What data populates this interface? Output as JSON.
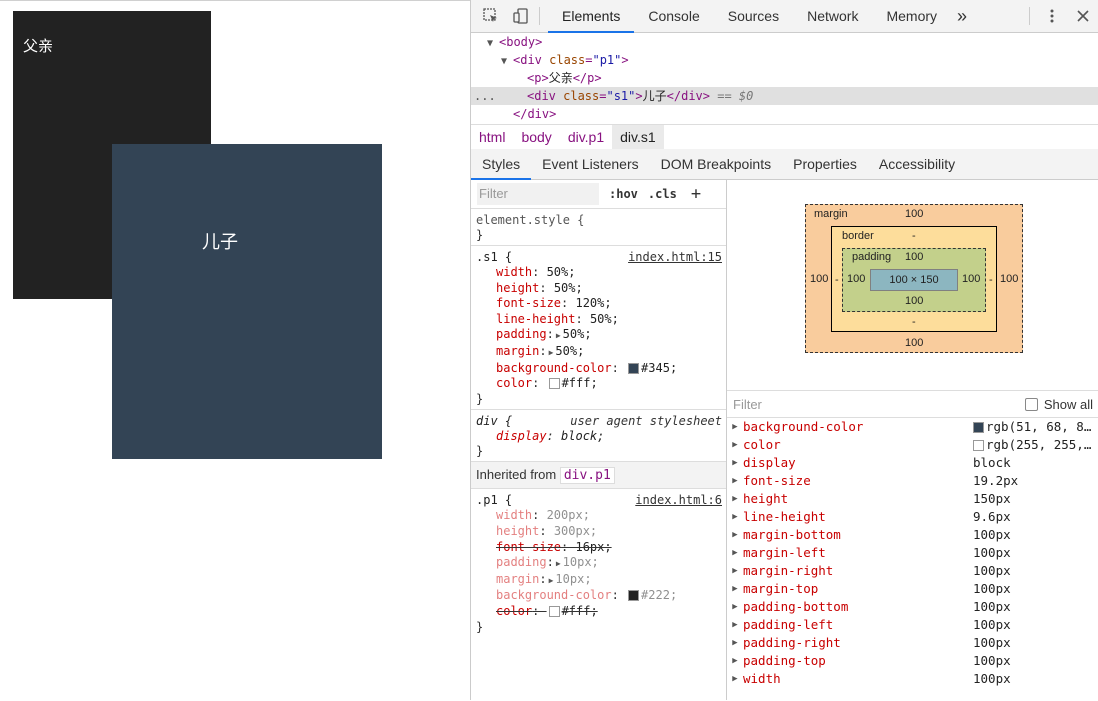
{
  "preview": {
    "parent_text": "父亲",
    "child_text": "儿子"
  },
  "toolbar": {
    "tabs": [
      "Elements",
      "Console",
      "Sources",
      "Network",
      "Memory"
    ],
    "more": "»"
  },
  "dom": {
    "lines": [
      {
        "open": "<body>",
        "indent": "1"
      },
      {
        "pre": "<div ",
        "attr": "class",
        "val": "\"p1\"",
        "post": ">"
      },
      {
        "pre": "<p>",
        "text": "父亲",
        "post": "</p>"
      },
      {
        "pre": "<div ",
        "attr": "class",
        "val": "\"s1\"",
        "post": ">",
        "text": "儿子",
        "close": "</div>",
        "marker": "== $0",
        "dots": "..."
      },
      {
        "close": "</div>"
      }
    ]
  },
  "breadcrumb": [
    "html",
    "body",
    "div.p1",
    "div.s1"
  ],
  "subtabs": [
    "Styles",
    "Event Listeners",
    "DOM Breakpoints",
    "Properties",
    "Accessibility"
  ],
  "styles": {
    "filter_placeholder": "Filter",
    "hov": ":hov",
    "cls": ".cls",
    "plus": "+",
    "element_style": "element.style {",
    "close_brace": "}",
    "s1": {
      "selector": ".s1 {",
      "source": "index.html:15",
      "props": [
        {
          "n": "width",
          "v": "50%;"
        },
        {
          "n": "height",
          "v": "50%;"
        },
        {
          "n": "font-size",
          "v": "120%;"
        },
        {
          "n": "line-height",
          "v": "50%;"
        },
        {
          "n": "padding",
          "v": "50%;"
        },
        {
          "n": "margin",
          "v": "50%;"
        },
        {
          "n": "background-color",
          "v": "#345;",
          "swatch": "#334455"
        },
        {
          "n": "color",
          "v": "#fff;",
          "swatch": "#ffffff"
        }
      ]
    },
    "ua": {
      "selector": "div {",
      "source": "user agent stylesheet",
      "prop_n": "display",
      "prop_v": "block;"
    },
    "inherited_label": "Inherited from",
    "inherited_chip": "div.p1",
    "p1": {
      "selector": ".p1 {",
      "source": "index.html:6",
      "props": [
        {
          "n": "width",
          "v": "200px;"
        },
        {
          "n": "height",
          "v": "300px;"
        },
        {
          "n": "font-size",
          "v": "16px;"
        },
        {
          "n": "padding",
          "v": "10px;"
        },
        {
          "n": "margin",
          "v": "10px;"
        },
        {
          "n": "background-color",
          "v": "#222;",
          "swatch": "#222222"
        },
        {
          "n": "color",
          "v": "#fff;",
          "swatch": "#ffffff"
        }
      ]
    }
  },
  "boxmodel": {
    "margin_label": "margin",
    "margin_top": "100",
    "margin_bottom": "100",
    "margin_left": "100",
    "margin_right": "100",
    "border_label": "border",
    "border_top": "-",
    "border_bottom": "-",
    "border_left": "-",
    "border_right": "-",
    "padding_label": "padding",
    "padding_top": "100",
    "padding_bottom": "100",
    "padding_left": "100",
    "padding_right": "100",
    "content": "100 × 150"
  },
  "computed": {
    "filter_placeholder": "Filter",
    "show_all": "Show all",
    "rows": [
      {
        "n": "background-color",
        "v": "rgb(51, 68, 8…",
        "swatch": "#334455"
      },
      {
        "n": "color",
        "v": "rgb(255, 255,…",
        "swatch": "#ffffff"
      },
      {
        "n": "display",
        "v": "block"
      },
      {
        "n": "font-size",
        "v": "19.2px"
      },
      {
        "n": "height",
        "v": "150px"
      },
      {
        "n": "line-height",
        "v": "9.6px"
      },
      {
        "n": "margin-bottom",
        "v": "100px"
      },
      {
        "n": "margin-left",
        "v": "100px"
      },
      {
        "n": "margin-right",
        "v": "100px"
      },
      {
        "n": "margin-top",
        "v": "100px"
      },
      {
        "n": "padding-bottom",
        "v": "100px"
      },
      {
        "n": "padding-left",
        "v": "100px"
      },
      {
        "n": "padding-right",
        "v": "100px"
      },
      {
        "n": "padding-top",
        "v": "100px"
      },
      {
        "n": "width",
        "v": "100px"
      }
    ]
  }
}
